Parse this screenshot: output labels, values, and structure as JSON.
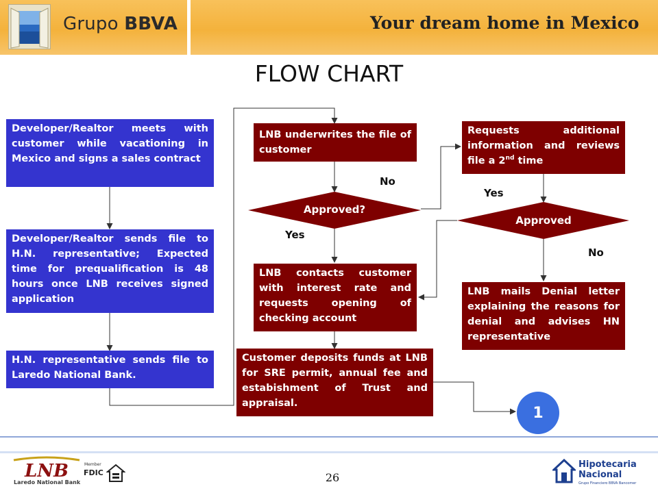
{
  "header": {
    "brand_prefix": "Grupo",
    "brand_name": "BBVA",
    "tagline": "Your dream home in Mexico"
  },
  "title": "FLOW CHART",
  "boxes": {
    "developer_meets": "Developer/Realtor meets with customer while vacationing in Mexico and signs a sales contract",
    "developer_sends": "Developer/Realtor sends file to H.N. representative; Expected time for prequalification is 48 hours once LNB receives signed application",
    "hn_sends": "H.N. representative sends file to Laredo National Bank.",
    "lnb_underwrites": "LNB underwrites the file of customer",
    "lnb_contacts": "LNB contacts customer with interest rate and requests opening of checking account",
    "customer_deposits": "Customer deposits funds at LNB for SRE permit, annual fee and estabishment of Trust and appraisal.",
    "requests_additional_pre": "Requests additional information and reviews file a 2",
    "requests_additional_sup": "nd",
    "requests_additional_post": " time",
    "lnb_mails": "LNB mails Denial letter explaining the reasons for denial and advises HN representative"
  },
  "decisions": {
    "approved_q": "Approved?",
    "approved": "Approved"
  },
  "labels": {
    "no_1": "No",
    "yes_1": "Yes",
    "yes_2": "Yes",
    "no_2": "No"
  },
  "connector_circle": "1",
  "footer": {
    "page_number": "26",
    "lnb_logo_text": "LNB",
    "lnb_name": "Laredo National Bank",
    "member": "Member",
    "fdic": "FDIC",
    "hn_name_line1": "Hipotecaria",
    "hn_name_line2": "Nacional",
    "hn_sub": "Grupo Financiero BBVA Bancomer"
  },
  "colors": {
    "blue_box": "#3434cf",
    "red_box": "#7e0000",
    "circle": "#3a6fe0",
    "header": "#f4b23c"
  }
}
